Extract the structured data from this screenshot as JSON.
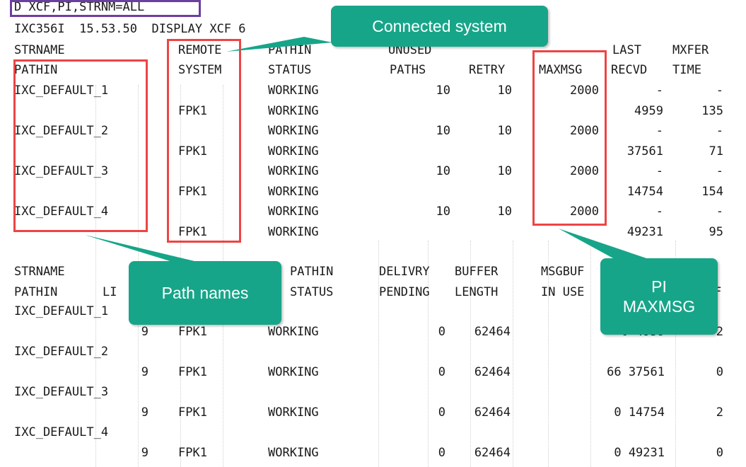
{
  "terminal": {
    "command": "D XCF,PI,STRNM=ALL",
    "message_line": "IXC356I  15.53.50  DISPLAY XCF 6",
    "section1": {
      "header_row1": [
        "STRNAME",
        "REMOTE",
        "PATHIN",
        "UNUSED",
        "",
        "",
        "LAST",
        "MXFER"
      ],
      "header_row2": [
        "PATHIN",
        "SYSTEM",
        "STATUS",
        "PATHS",
        "RETRY",
        "MAXMSG",
        "RECVD",
        "TIME"
      ],
      "rows": [
        [
          "IXC_DEFAULT_1",
          "",
          "WORKING",
          "10",
          "10",
          "2000",
          "-",
          "-"
        ],
        [
          "",
          "FPK1",
          "WORKING",
          "",
          "",
          "",
          "4959",
          "135"
        ],
        [
          "IXC_DEFAULT_2",
          "",
          "WORKING",
          "10",
          "10",
          "2000",
          "-",
          "-"
        ],
        [
          "",
          "FPK1",
          "WORKING",
          "",
          "",
          "",
          "37561",
          "71"
        ],
        [
          "IXC_DEFAULT_3",
          "",
          "WORKING",
          "10",
          "10",
          "2000",
          "-",
          "-"
        ],
        [
          "",
          "FPK1",
          "WORKING",
          "",
          "",
          "",
          "14754",
          "154"
        ],
        [
          "IXC_DEFAULT_4",
          "",
          "WORKING",
          "10",
          "10",
          "2000",
          "-",
          "-"
        ],
        [
          "",
          "FPK1",
          "WORKING",
          "",
          "",
          "",
          "49231",
          "95"
        ]
      ]
    },
    "section2": {
      "header_row1": [
        "STRNAME",
        "",
        "",
        "PATHIN",
        "DELIVRY",
        "BUFFER",
        "MSGBUF",
        ""
      ],
      "header_row2": [
        "PATHIN",
        "LI",
        "",
        "STATUS",
        "PENDING",
        "LENGTH",
        "IN USE",
        "F"
      ],
      "rows": [
        [
          "IXC_DEFAULT_1",
          "",
          "",
          "",
          "",
          "",
          "",
          ""
        ],
        [
          "",
          "9",
          "FPK1",
          "WORKING",
          "0",
          "62464",
          "0 4959",
          "2"
        ],
        [
          "IXC_DEFAULT_2",
          "",
          "",
          "",
          "",
          "",
          "",
          ""
        ],
        [
          "",
          "9",
          "FPK1",
          "WORKING",
          "0",
          "62464",
          "66 37561",
          "0"
        ],
        [
          "IXC_DEFAULT_3",
          "",
          "",
          "",
          "",
          "",
          "",
          ""
        ],
        [
          "",
          "9",
          "FPK1",
          "WORKING",
          "0",
          "62464",
          "0 14754",
          "2"
        ],
        [
          "IXC_DEFAULT_4",
          "",
          "",
          "",
          "",
          "",
          "",
          ""
        ],
        [
          "",
          "9",
          "FPK1",
          "WORKING",
          "0",
          "62464",
          "0 49231",
          "0"
        ]
      ]
    }
  },
  "callouts": {
    "connected_system": "Connected system",
    "path_names": "Path names",
    "pi_maxmsg_line1": "PI",
    "pi_maxmsg_line2": "MAXMSG"
  },
  "colors": {
    "callout": "#17a589",
    "highlight_box": "#ee4444",
    "command_box": "#6b3fa0"
  }
}
